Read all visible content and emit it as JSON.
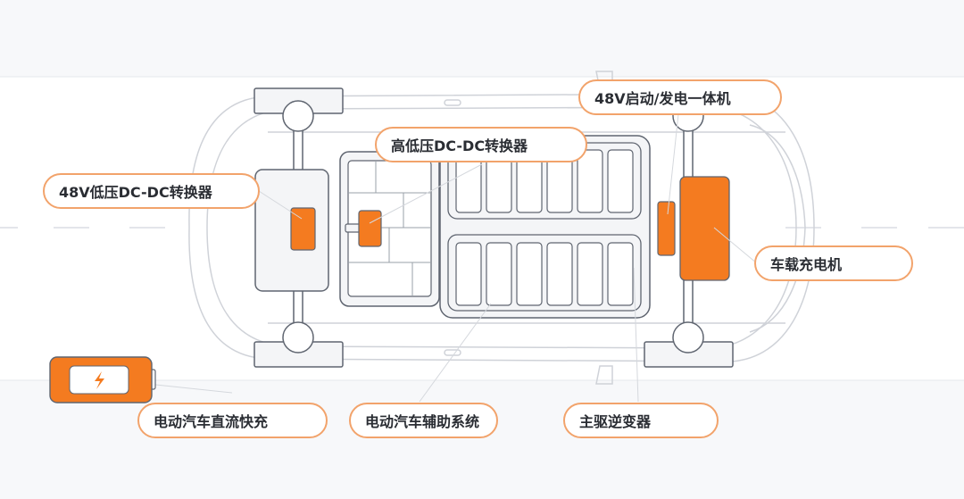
{
  "colors": {
    "accent": "#f47b20",
    "label_border": "#f2a36b",
    "outline": "#5f6570",
    "body_line": "#c9ccd2",
    "background": "#f7f8fa",
    "road_band": "#ffffff"
  },
  "labels": {
    "starter_generator_48v": "48V启动/发电一体机",
    "hv_lv_dcdc": "高低压DC-DC转换器",
    "dcdc_48v": "48V低压DC-DC转换器",
    "onboard_charger": "车载充电机",
    "dc_fast_charging": "电动汽车直流快充",
    "ev_auxiliary": "电动汽车辅助系统",
    "main_inverter": "主驱逆变器"
  },
  "icons": {
    "battery": "battery-icon",
    "charging": "lightning-icon"
  }
}
